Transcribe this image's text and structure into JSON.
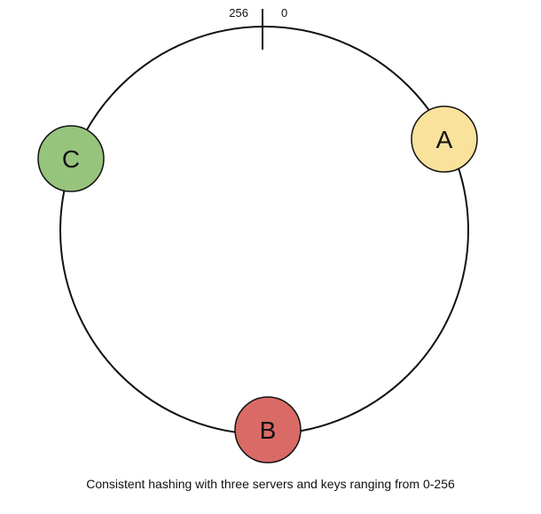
{
  "ring": {
    "range_start_label": "256",
    "range_end_label": "0"
  },
  "servers": [
    {
      "label": "A",
      "color": "#f9e29b"
    },
    {
      "label": "B",
      "color": "#d96a66"
    },
    {
      "label": "C",
      "color": "#97c47c"
    }
  ],
  "caption": "Consistent hashing with three servers and keys ranging from 0-256"
}
